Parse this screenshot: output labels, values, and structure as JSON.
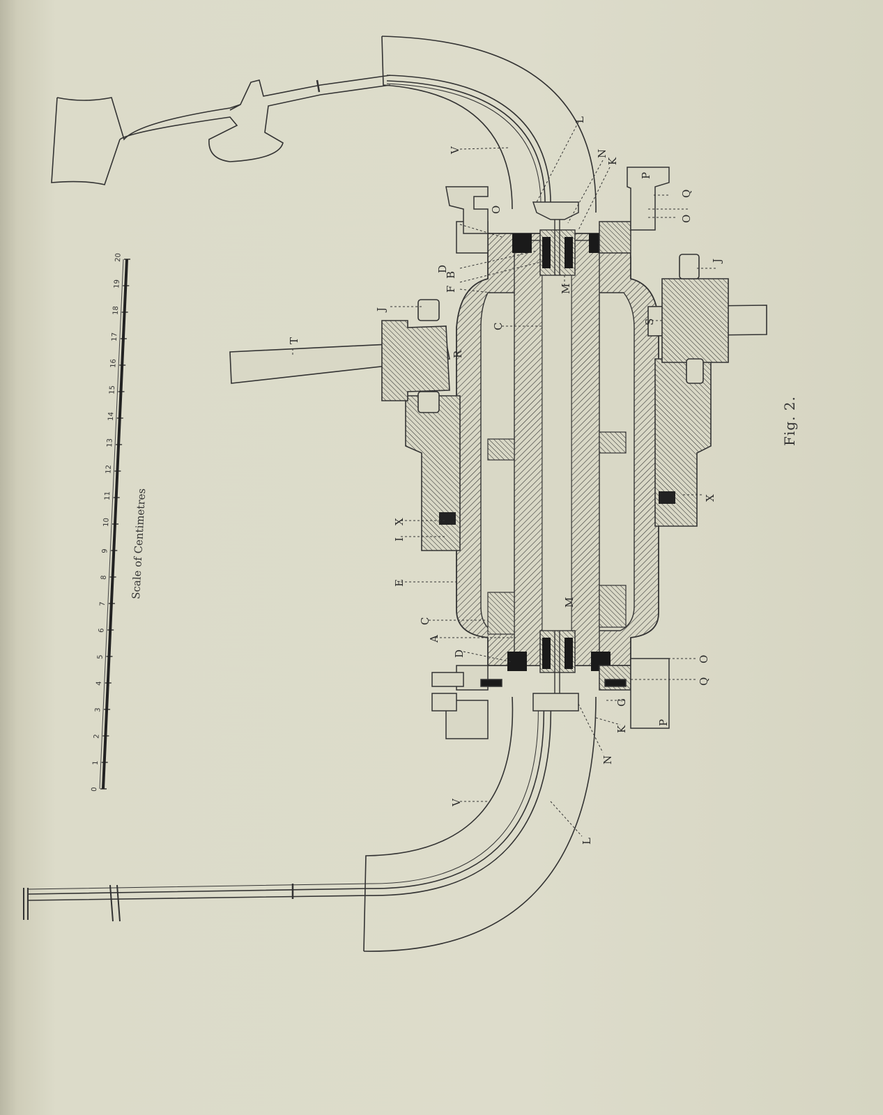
{
  "caption": "Fig. 2.",
  "scale": {
    "title": "Scale of Centimetres",
    "ticks": [
      "0",
      "1",
      "2",
      "3",
      "4",
      "5",
      "6",
      "7",
      "8",
      "9",
      "10",
      "11",
      "12",
      "13",
      "14",
      "15",
      "16",
      "17",
      "18",
      "19",
      "20"
    ]
  },
  "labels": {
    "v_top": "V",
    "l_top": "L",
    "n_top": "N",
    "k_top": "K",
    "p_top": "P",
    "q_top": "Q",
    "o_top": "O",
    "o_top2": "O",
    "d_top": "D",
    "b_top": "B",
    "f_top": "F",
    "m_top": "M",
    "c_top": "C",
    "j_top": "J",
    "t_top": "T",
    "r_top": "R",
    "j_right": "J",
    "s_right": "S",
    "x_right": "X",
    "i_left": "I",
    "x_left": "X",
    "e_left": "E",
    "c_left": "C",
    "a_left": "A",
    "d_left": "D",
    "m_left": "M",
    "o_bot": "O",
    "q_bot": "Q",
    "g_bot": "G",
    "k_bot": "K",
    "p_bot": "P",
    "n_bot": "N",
    "v_bot": "V",
    "l_bot": "L"
  }
}
